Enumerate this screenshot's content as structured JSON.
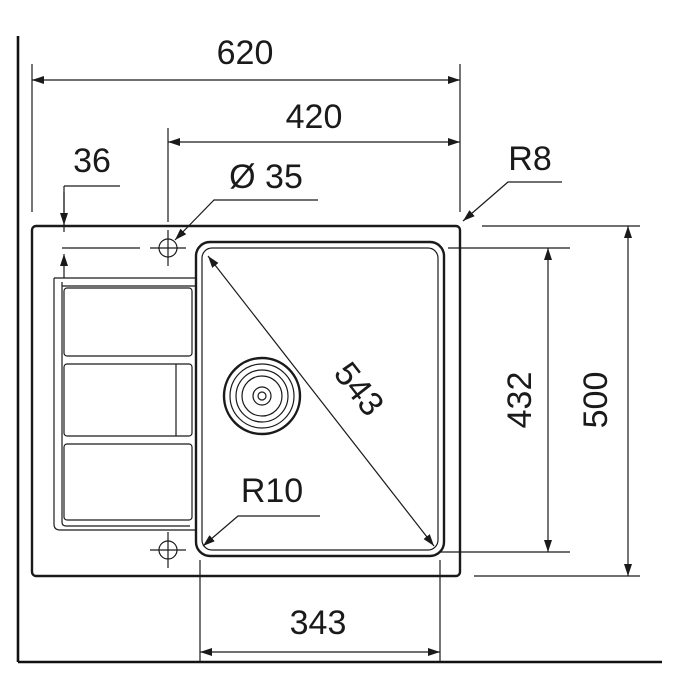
{
  "dimensions": {
    "overall_width": "620",
    "bowl_offset_width": "420",
    "tray_inset": "36",
    "tap_hole": "Ø 35",
    "corner_radius_outer": "R8",
    "diagonal": "543",
    "inner_radius": "R10",
    "bowl_height": "432",
    "overall_height": "500",
    "bowl_width": "343"
  },
  "colors": {
    "line": "#1a1a1a",
    "background": "#ffffff"
  }
}
